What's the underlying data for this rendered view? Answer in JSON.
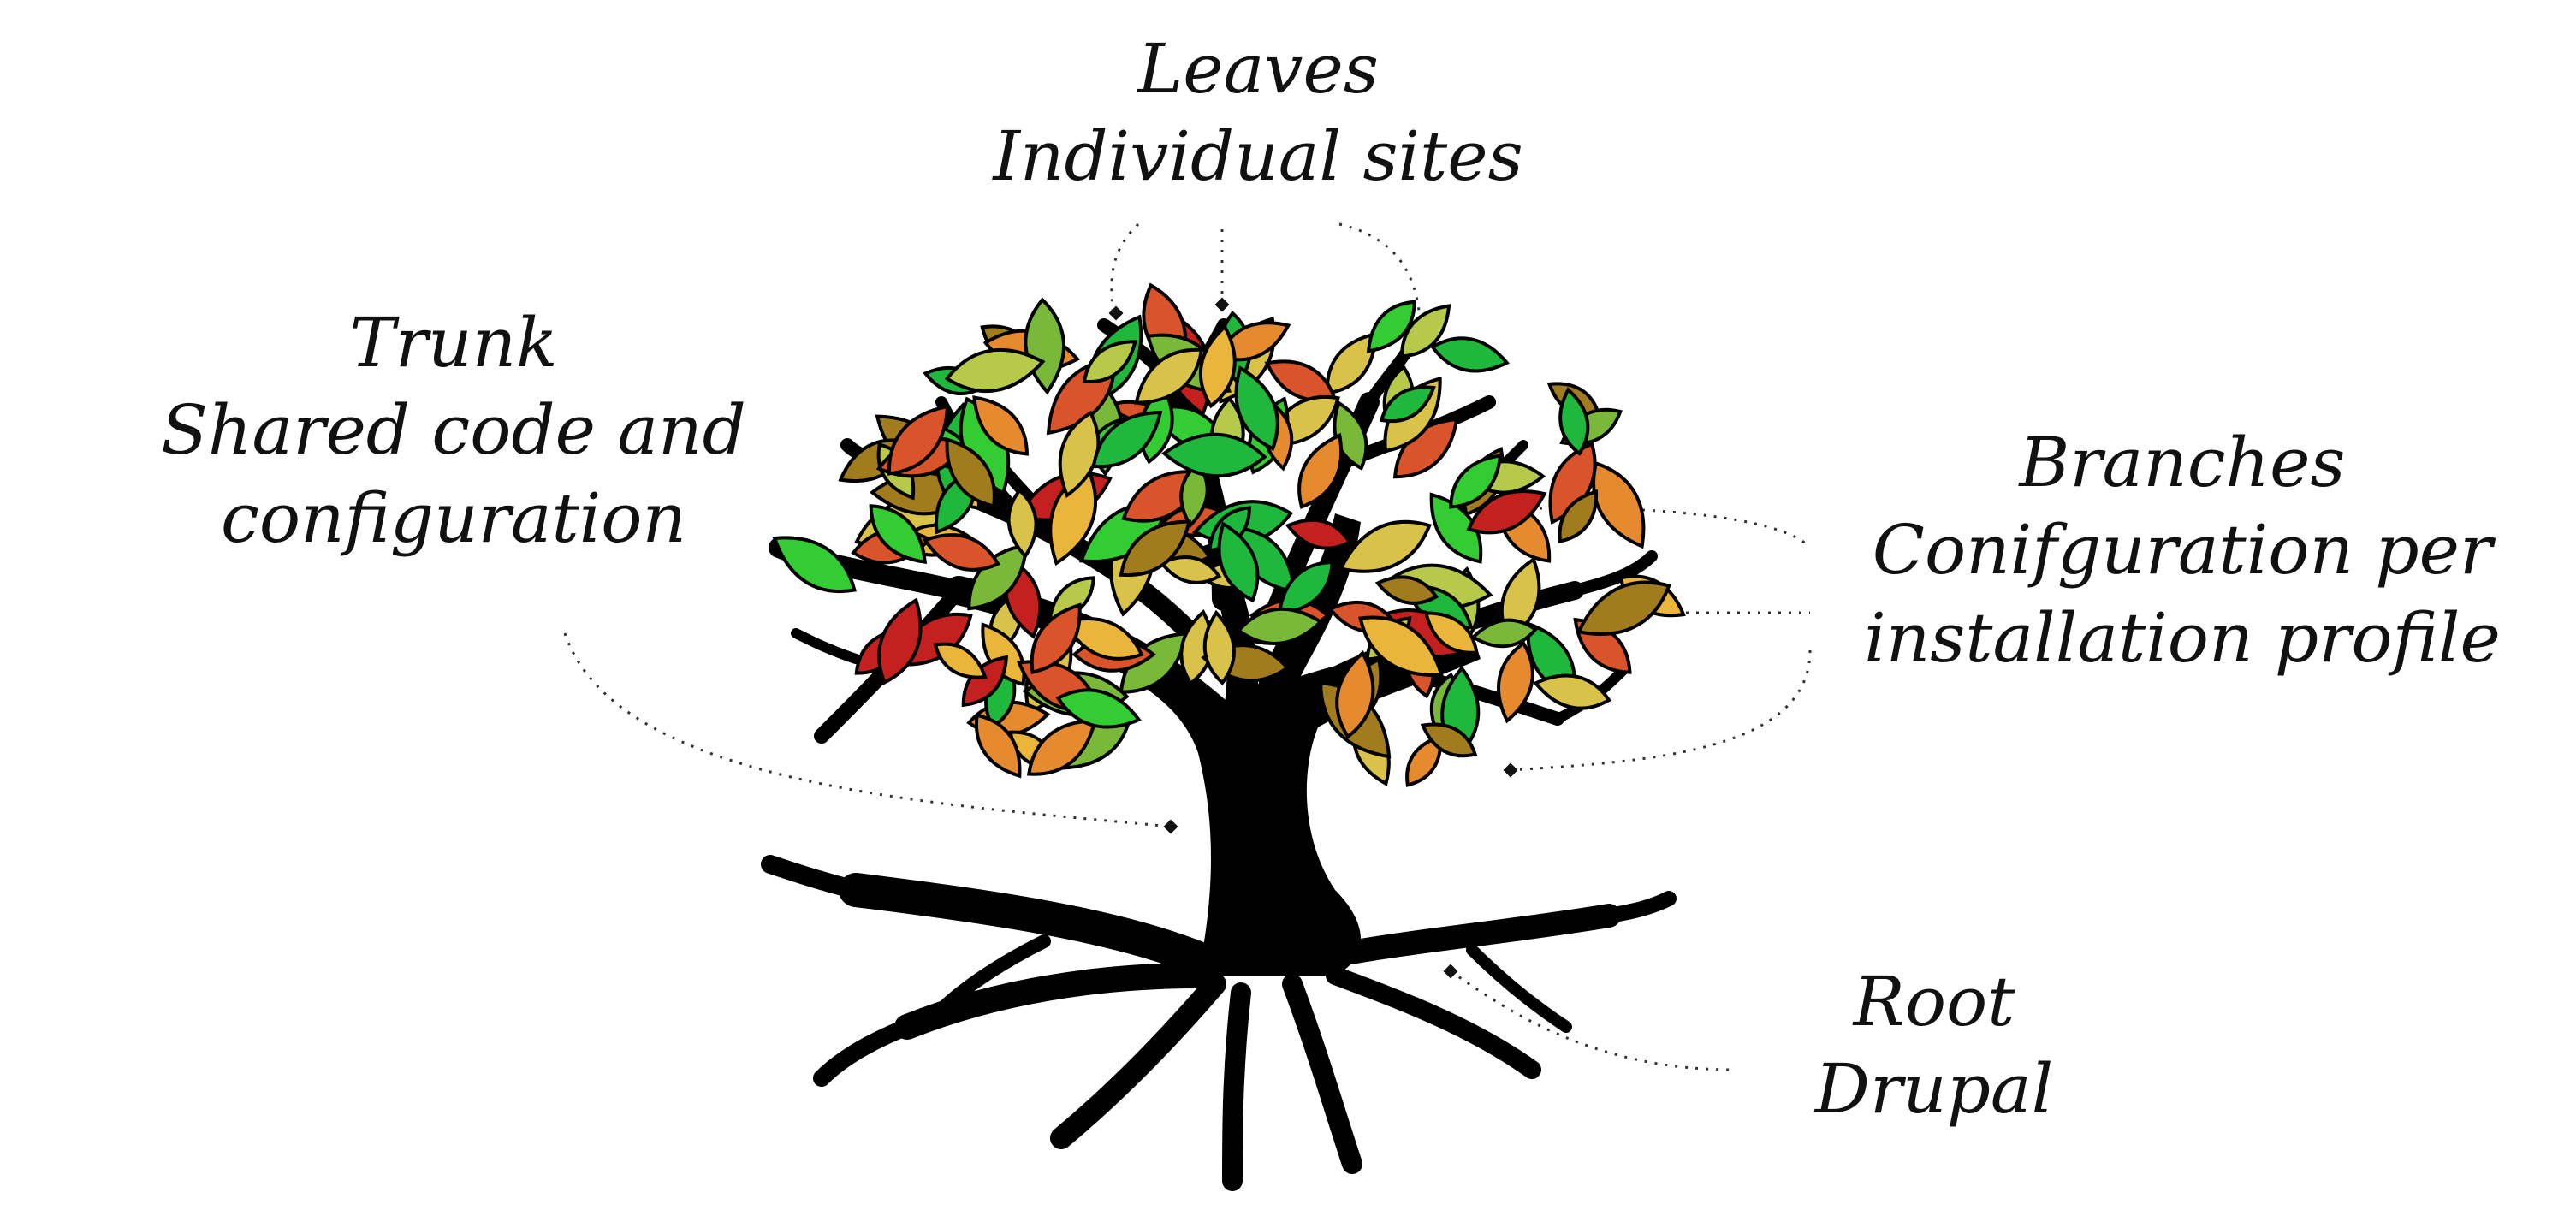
{
  "labels": {
    "leaves": {
      "title": "Leaves",
      "subtitle": "Individual sites"
    },
    "trunk": {
      "title": "Trunk",
      "line1": "Shared code and",
      "line2": "configuration"
    },
    "branches": {
      "title": "Branches",
      "line1": "Conifguration per",
      "line2": "installation profile"
    },
    "root": {
      "title": "Root",
      "subtitle": "Drupal"
    }
  },
  "colors": {
    "tree": "#000000",
    "connector": "#333333",
    "leaf_palette": [
      "#1fb83c",
      "#33cc33",
      "#7ab83a",
      "#b6c94a",
      "#d9c24a",
      "#e9b53a",
      "#e58a2e",
      "#d9532b",
      "#c42020",
      "#a07c1e"
    ]
  }
}
